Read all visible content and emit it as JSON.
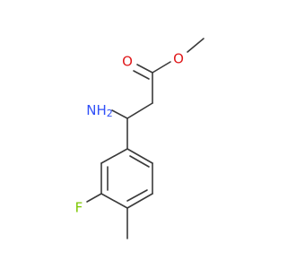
{
  "molecule": {
    "atoms": {
      "oxygen_carbonyl": {
        "label": "O",
        "color": "#e0191b"
      },
      "oxygen_ester": {
        "label": "O",
        "color": "#e0191b"
      },
      "nitrogen": {
        "label": "NH",
        "subscript": "2",
        "color": "#3050f8"
      },
      "fluorine": {
        "label": "F",
        "color": "#7cc700"
      }
    },
    "bond_color": "#3a3a3a"
  }
}
